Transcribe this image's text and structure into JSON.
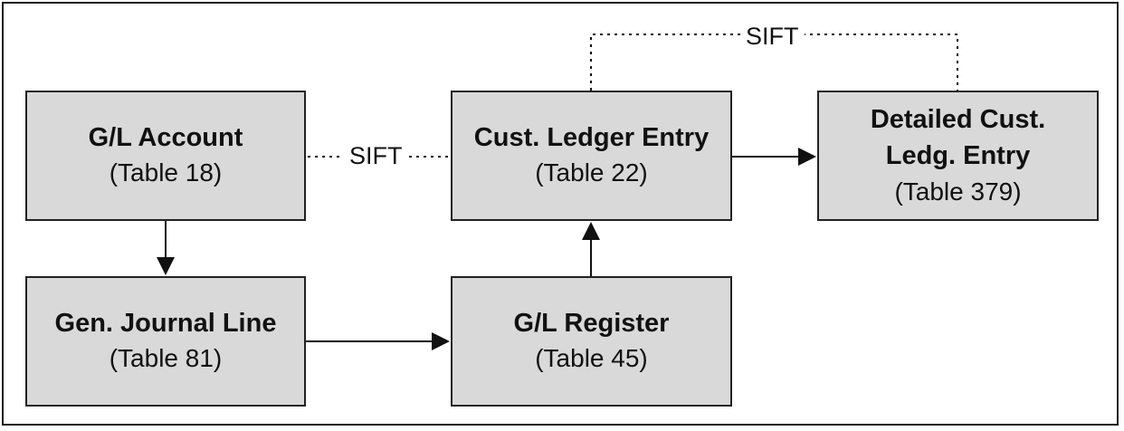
{
  "nodes": {
    "gl_account": {
      "title": "G/L Account",
      "table": "(Table 18)"
    },
    "cust_ledger_entry": {
      "title": "Cust. Ledger Entry",
      "table": "(Table 22)"
    },
    "detailed_cust_ledg_entry": {
      "title_line1": "Detailed Cust.",
      "title_line2": "Ledg. Entry",
      "table": "(Table 379)"
    },
    "gen_journal_line": {
      "title": "Gen. Journal Line",
      "table": "(Table 81)"
    },
    "gl_register": {
      "title": "G/L Register",
      "table": "(Table 45)"
    }
  },
  "connectors": {
    "sift_left": "SIFT",
    "sift_top": "SIFT"
  },
  "colors": {
    "box_fill": "#d9d9d9",
    "border": "#222222"
  }
}
